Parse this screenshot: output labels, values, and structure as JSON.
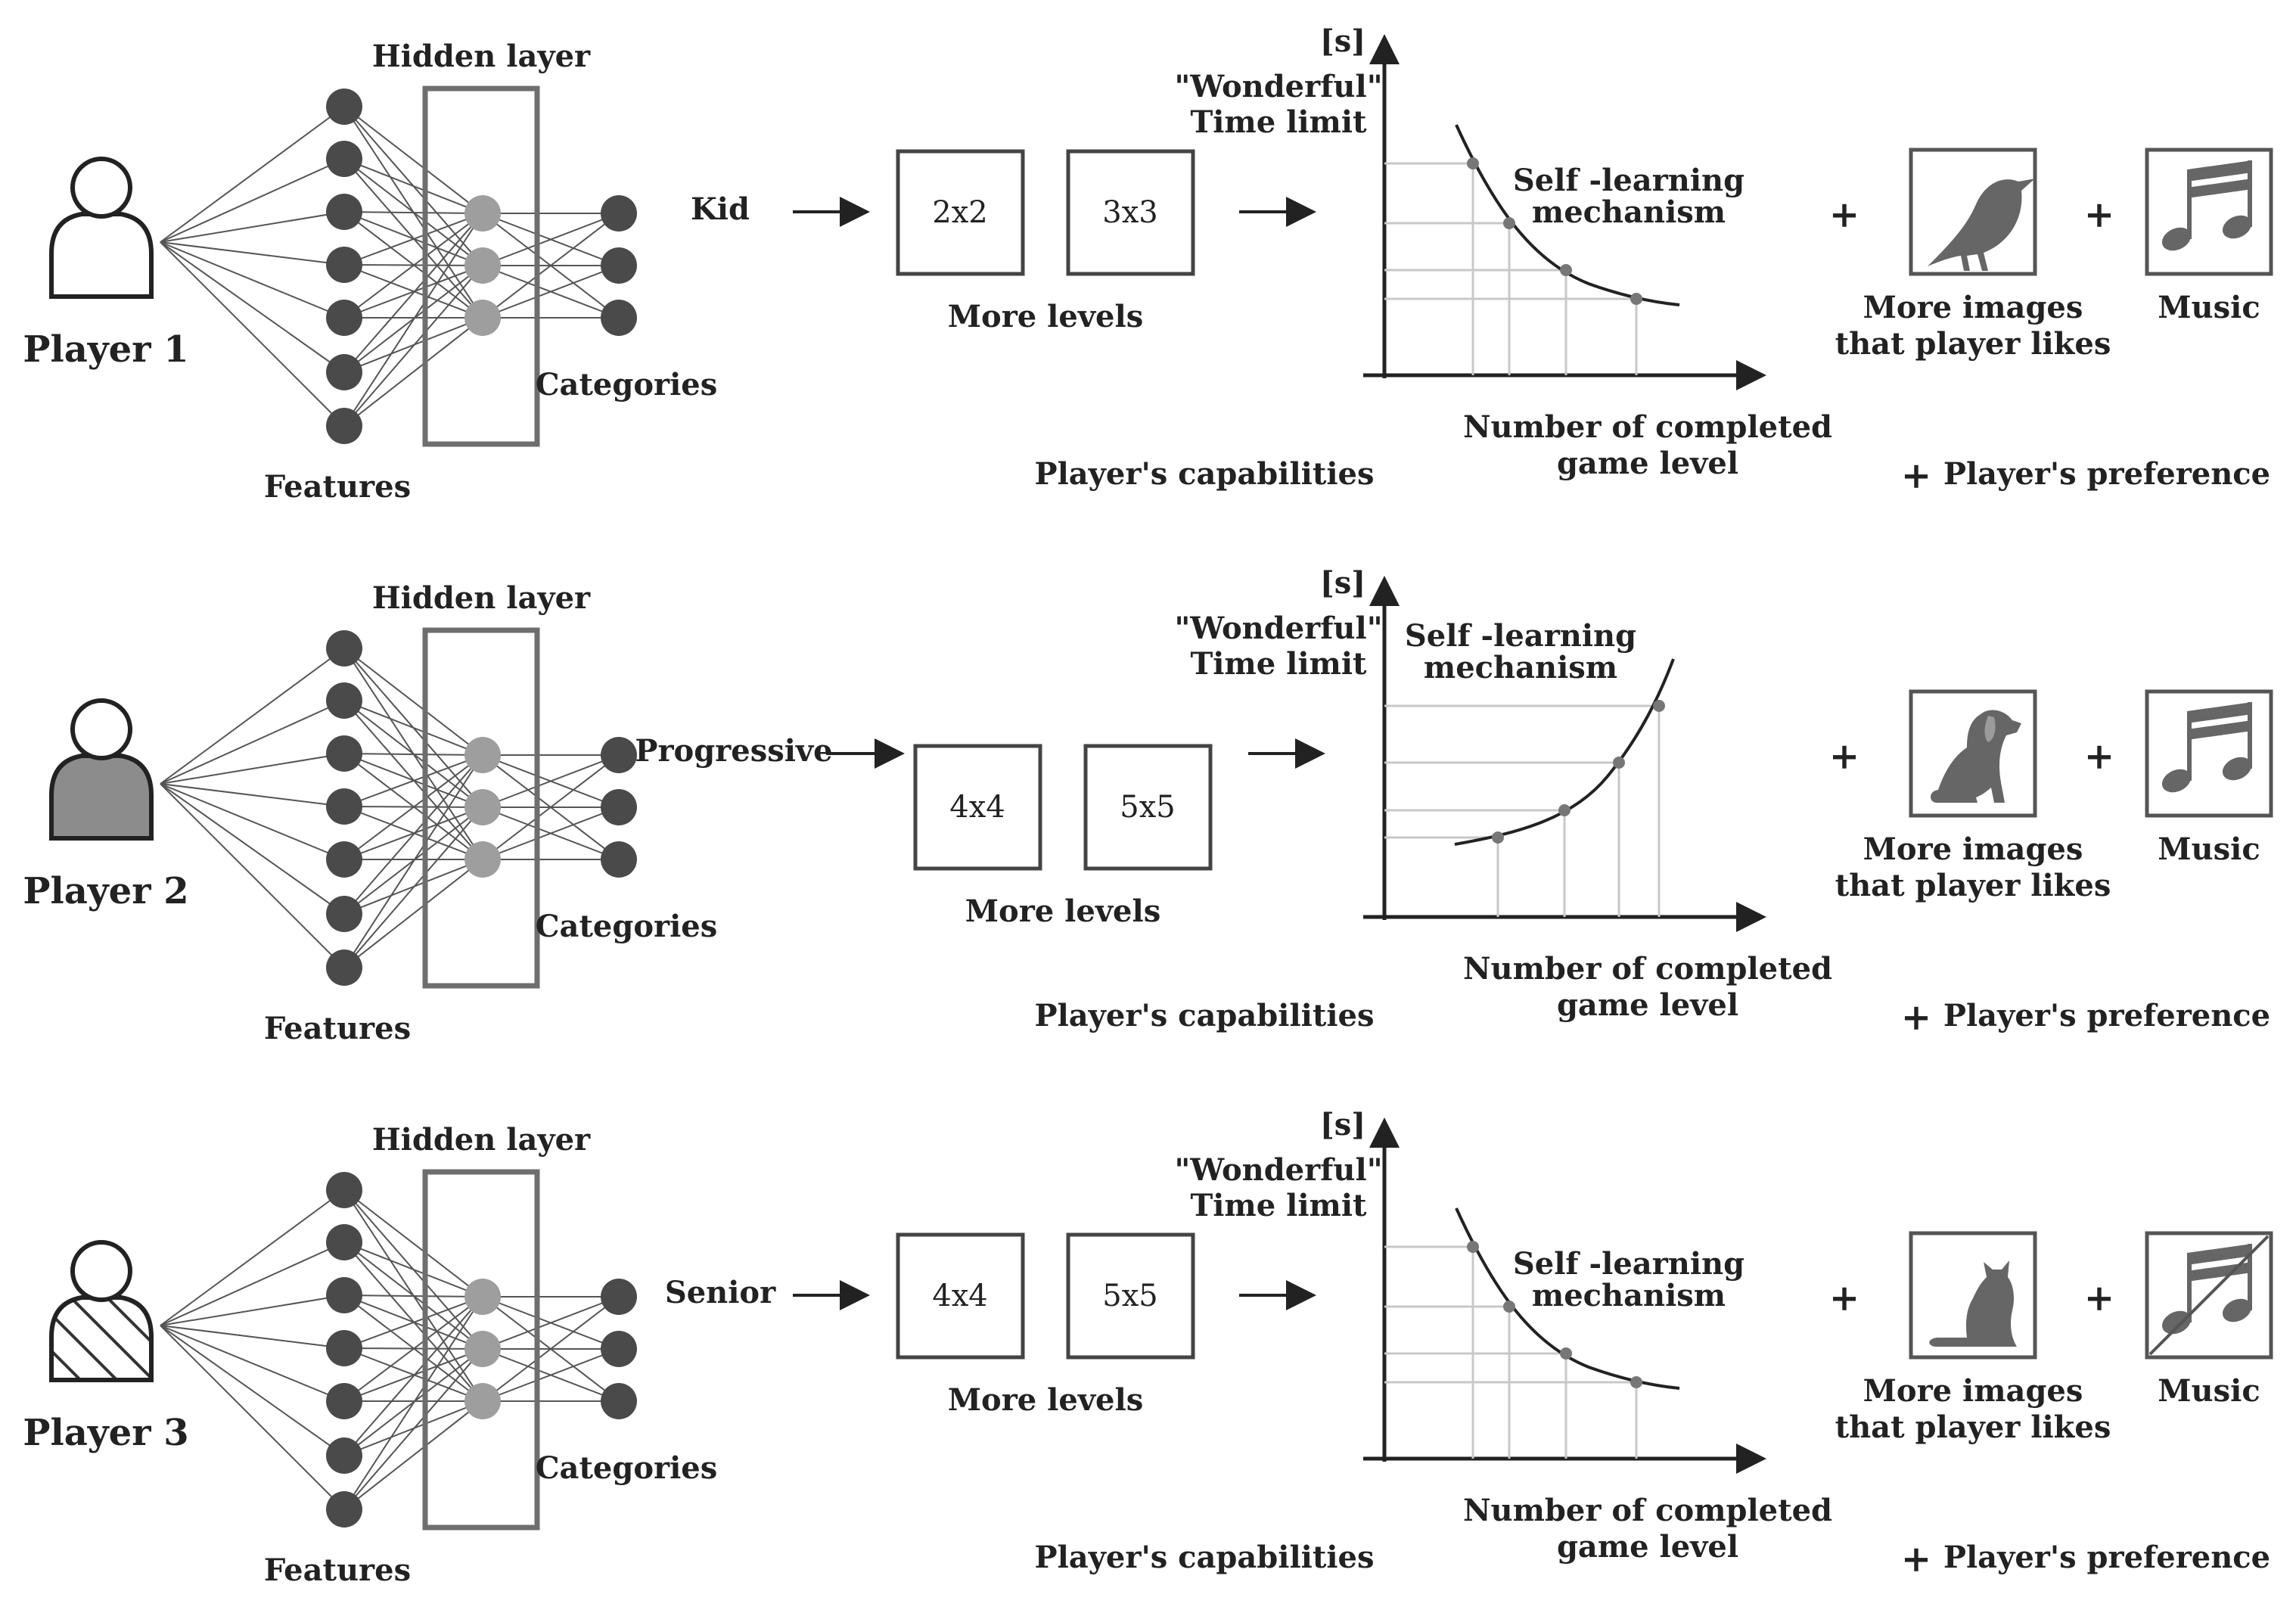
{
  "colors": {
    "ink": "#222222",
    "node_dark": "#4a4a4a",
    "node_light": "#9e9e9e",
    "edge": "#555555",
    "hidden_box": "#6e6e6e",
    "grid": "#c8c8c8",
    "icon_fill": "#666666",
    "player2_fill": "#8c8c8c"
  },
  "labels": {
    "hidden_layer": "Hidden layer",
    "features": "Features",
    "categories": "Categories",
    "more_levels": "More levels",
    "capabilities": "Player's capabilities",
    "y_unit": "[s]",
    "y_label_1": "\"Wonderful\"",
    "y_label_2": "Time limit",
    "x_label_1": "Number of completed",
    "x_label_2": "game level",
    "self_learning_1": "Self -learning",
    "self_learning_2": "mechanism",
    "images_1": "More images",
    "images_2": "that player likes",
    "music": "Music",
    "plus": "+",
    "preference": "Player's preference"
  },
  "rows": [
    {
      "player": "Player 1",
      "category": "Kid",
      "levels": [
        "2x2",
        "3x3"
      ],
      "trend": "decreasing",
      "image_icon": "bird-icon",
      "music_icon": "music-note-icon",
      "player_style": "outline"
    },
    {
      "player": "Player 2",
      "category": "Progressive",
      "levels": [
        "4x4",
        "5x5"
      ],
      "trend": "increasing",
      "image_icon": "dog-icon",
      "music_icon": "music-note-icon",
      "player_style": "filled"
    },
    {
      "player": "Player 3",
      "category": "Senior",
      "levels": [
        "4x4",
        "5x5"
      ],
      "trend": "decreasing",
      "image_icon": "cat-icon",
      "music_icon": "music-note-crossed-icon",
      "player_style": "hatched"
    }
  ]
}
